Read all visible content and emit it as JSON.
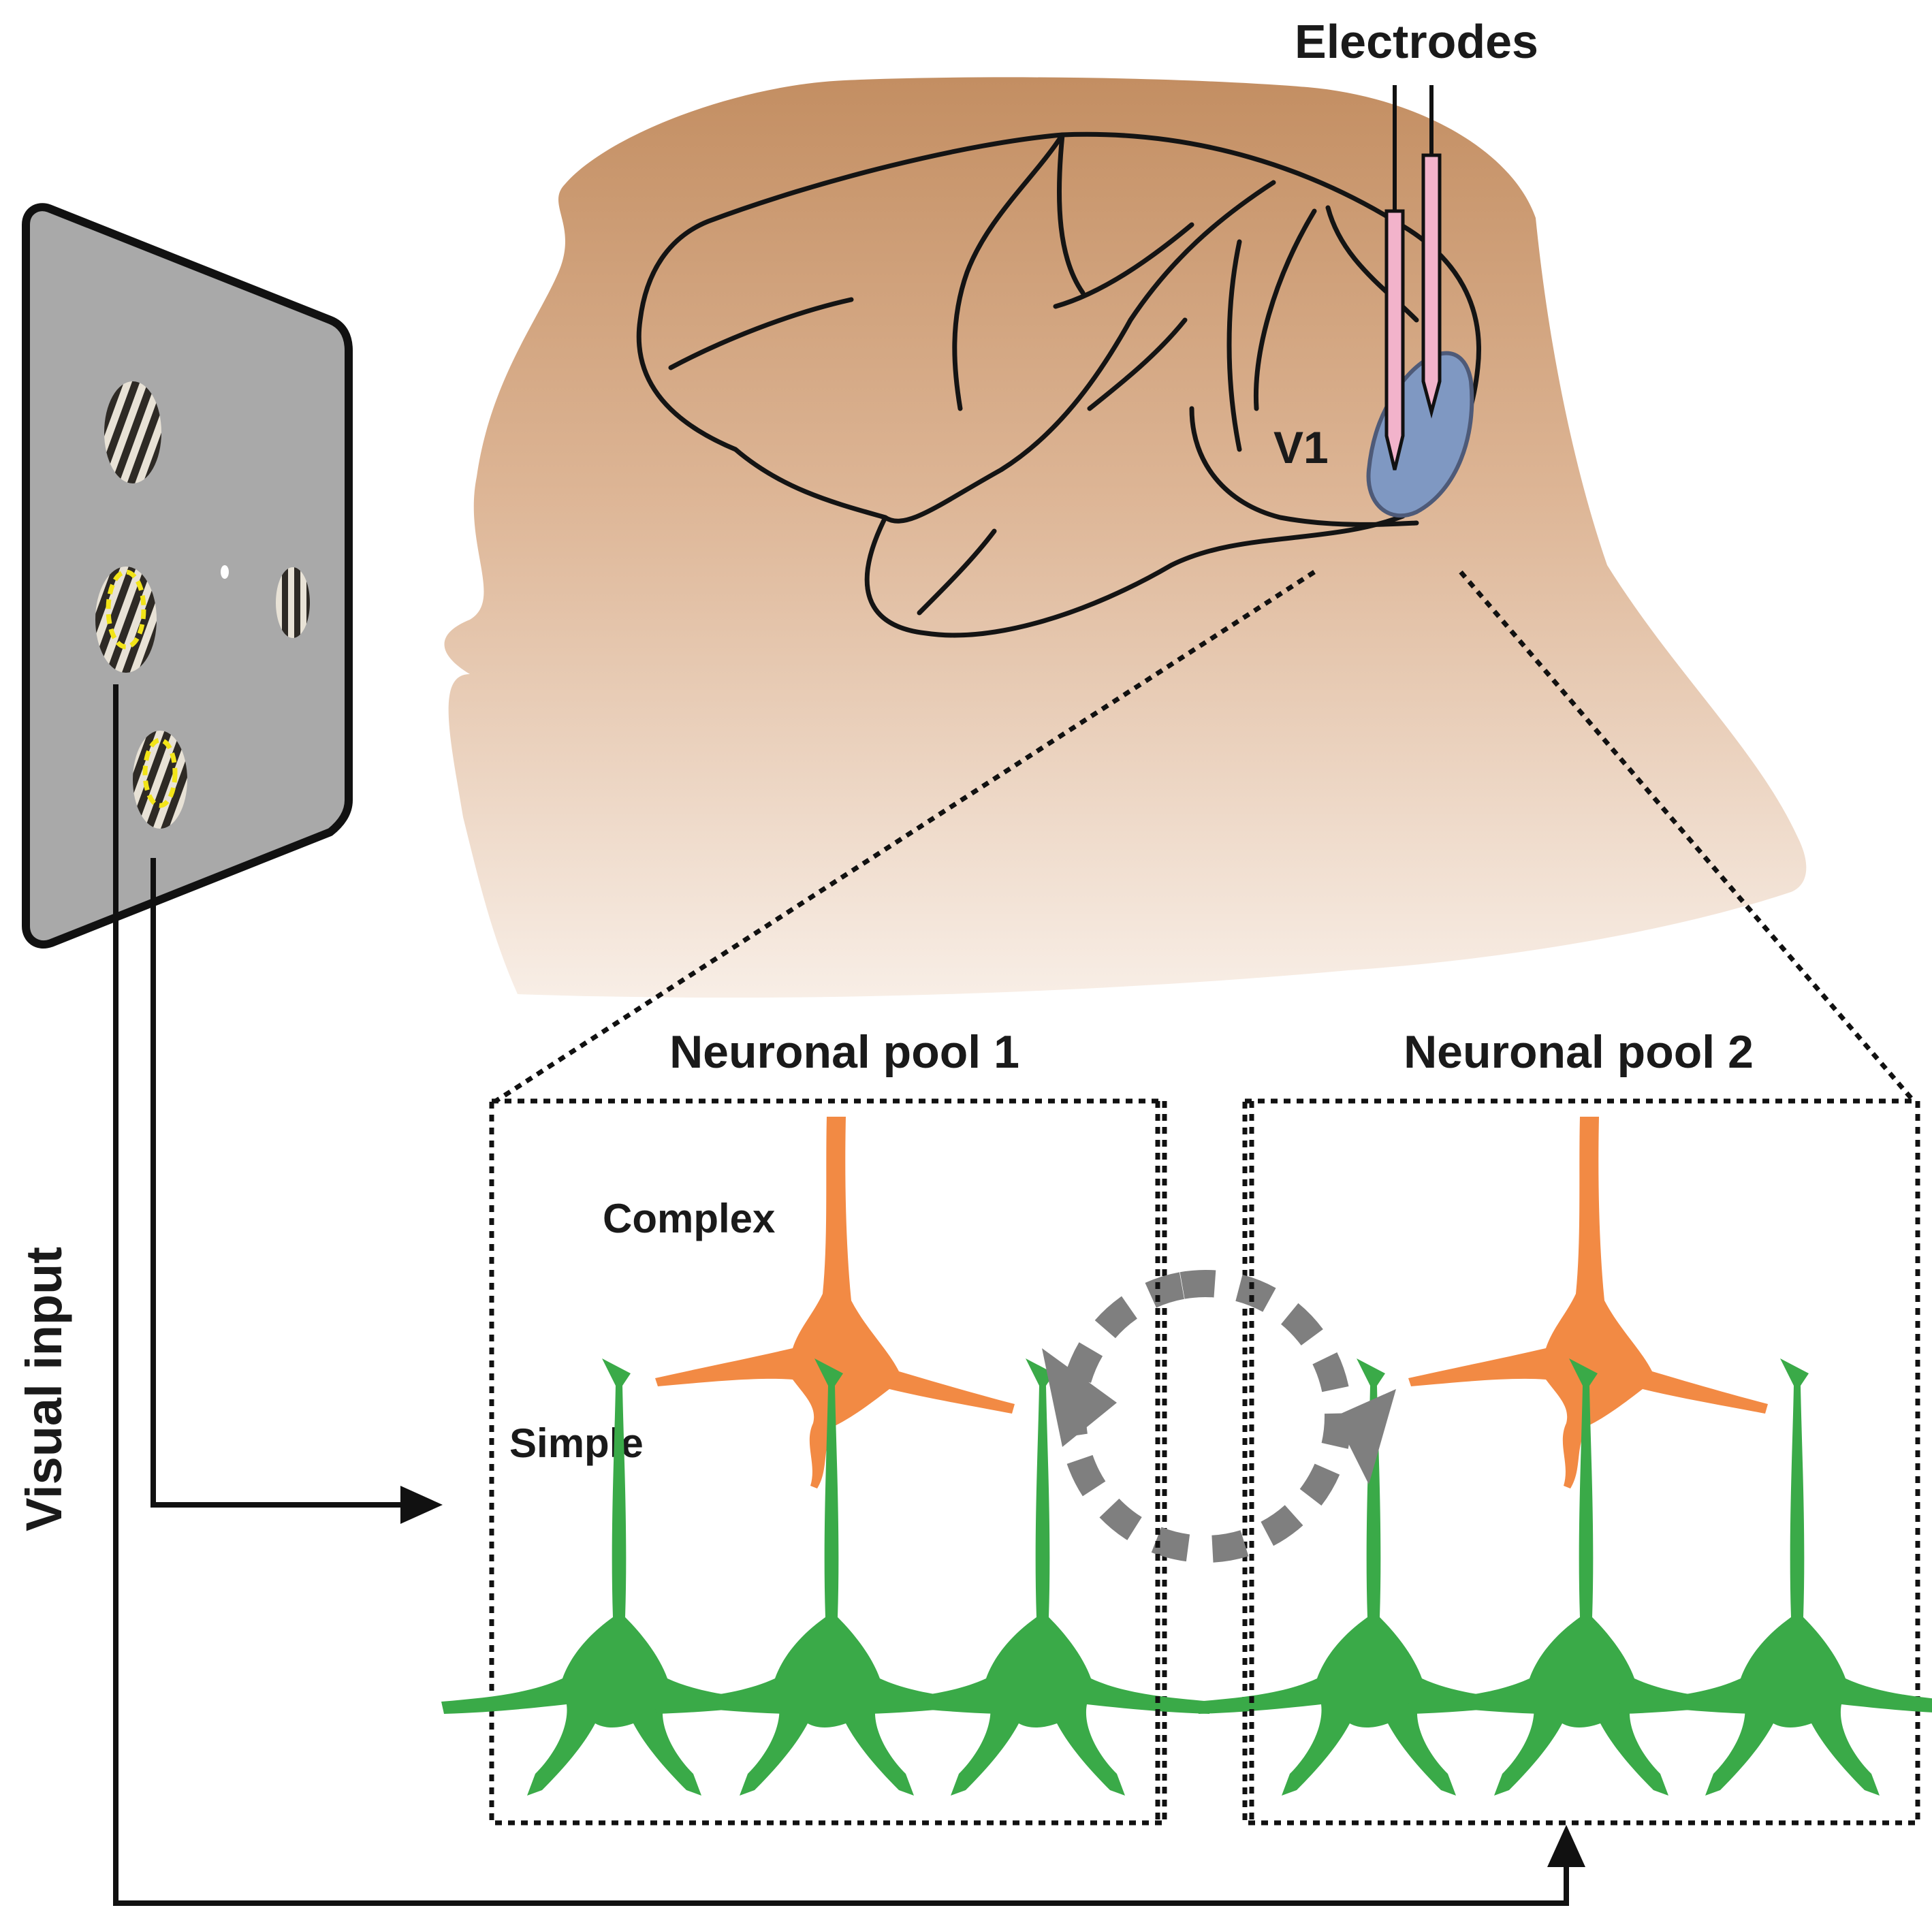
{
  "labels": {
    "electrodes": "Electrodes",
    "v1": "V1",
    "pool1": "Neuronal pool 1",
    "pool2": "Neuronal pool 2",
    "complex": "Complex",
    "simple": "Simple",
    "visual_input": "Visual input"
  },
  "colors": {
    "head_top": "#c38e62",
    "head_bottom": "#f7ebe2",
    "v1_region": "#7f98c2",
    "electrode": "#f2b3cb",
    "monitor": "#a9a9a9",
    "complex_cell": "#f28a44",
    "simple_cell": "#3aaa48",
    "cycle_arrow": "#7f7f7f",
    "highlight_ring": "#f2e418"
  }
}
